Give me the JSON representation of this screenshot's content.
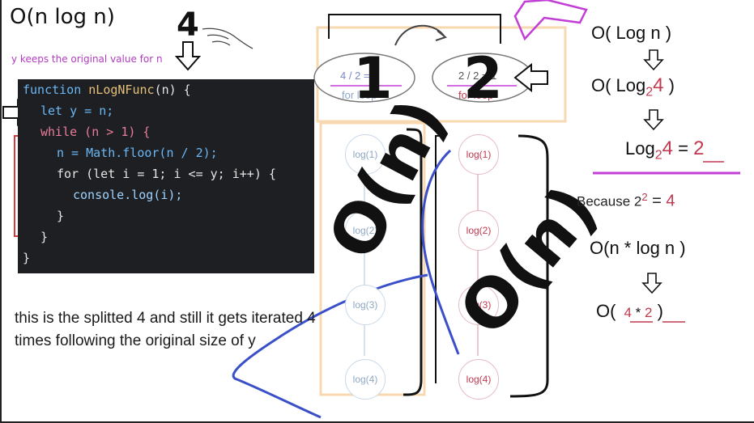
{
  "header": {
    "title": "O(n log n)",
    "arrow_label": "4",
    "note": "y keeps the original value for n"
  },
  "code": {
    "line1": {
      "kw": "function",
      "name": "nLogNFunc",
      "rest": "(n) {"
    },
    "line2": "let y = n;",
    "line3": "while (n > 1) {",
    "line4": "n = Math.floor(n / 2);",
    "line5": "for (let i = 1; i <= y; i++) {",
    "line6": "console.log(i);",
    "line7": "}",
    "line8": "}",
    "line9": "}"
  },
  "comment": "this is the splitted 4 and still it gets iterated 4 times following the original size of y",
  "split": {
    "left_label": "1",
    "right_label": "2",
    "left_top": "4 / 2 = 2",
    "left_bottom": "for loop",
    "right_top": "2 / 2 = 1",
    "right_bottom": "for loop"
  },
  "left_column": [
    "log(1)",
    "log(2)",
    "log(3)",
    "log(4)"
  ],
  "right_column": [
    "log(1)",
    "log(2)",
    "log(3)",
    "log(4)"
  ],
  "big_labels": {
    "left": "O(n)",
    "right": "O(n)"
  },
  "derivation": {
    "step1": "O( Log  n )",
    "step2_prefix": "O( Log",
    "step2_sub": "2",
    "step2_value": "4",
    "step2_suffix": " )",
    "step3_prefix": "Log",
    "step3_sub": "2",
    "step3_value": "4",
    "step3_eq": " = ",
    "step3_result": "2",
    "because": "Because 2",
    "because_exp": "2",
    "because_eq": " = ",
    "because_result": "4",
    "step4": "O(n * log n )",
    "step5_prefix": "O(",
    "step5_a": "4",
    "step5_op": " * ",
    "step5_b": "2",
    "step5_suffix": " )"
  },
  "colors": {
    "orange": "#f7d8b0",
    "blue_pen": "#3a4fc8",
    "magenta": "#c23ed6",
    "red": "#c0394f"
  }
}
